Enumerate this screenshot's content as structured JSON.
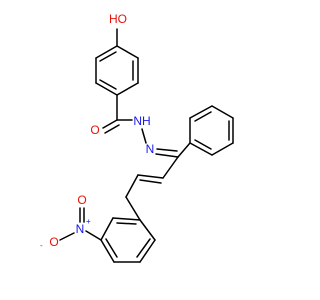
{
  "molecule": {
    "colors": {
      "carbon": "#000000",
      "oxygen": "#e8120b",
      "nitrogen": "#1818ee"
    },
    "labels": {
      "hydroxyl": "HO",
      "carbonyl_oxygen": "O",
      "amide_nh": "NH",
      "imine_n": "N",
      "nitro_n": "N",
      "nitro_n_charge": "+",
      "nitro_o_double": "O",
      "nitro_o_single": "O",
      "nitro_o_charge": "-"
    }
  }
}
